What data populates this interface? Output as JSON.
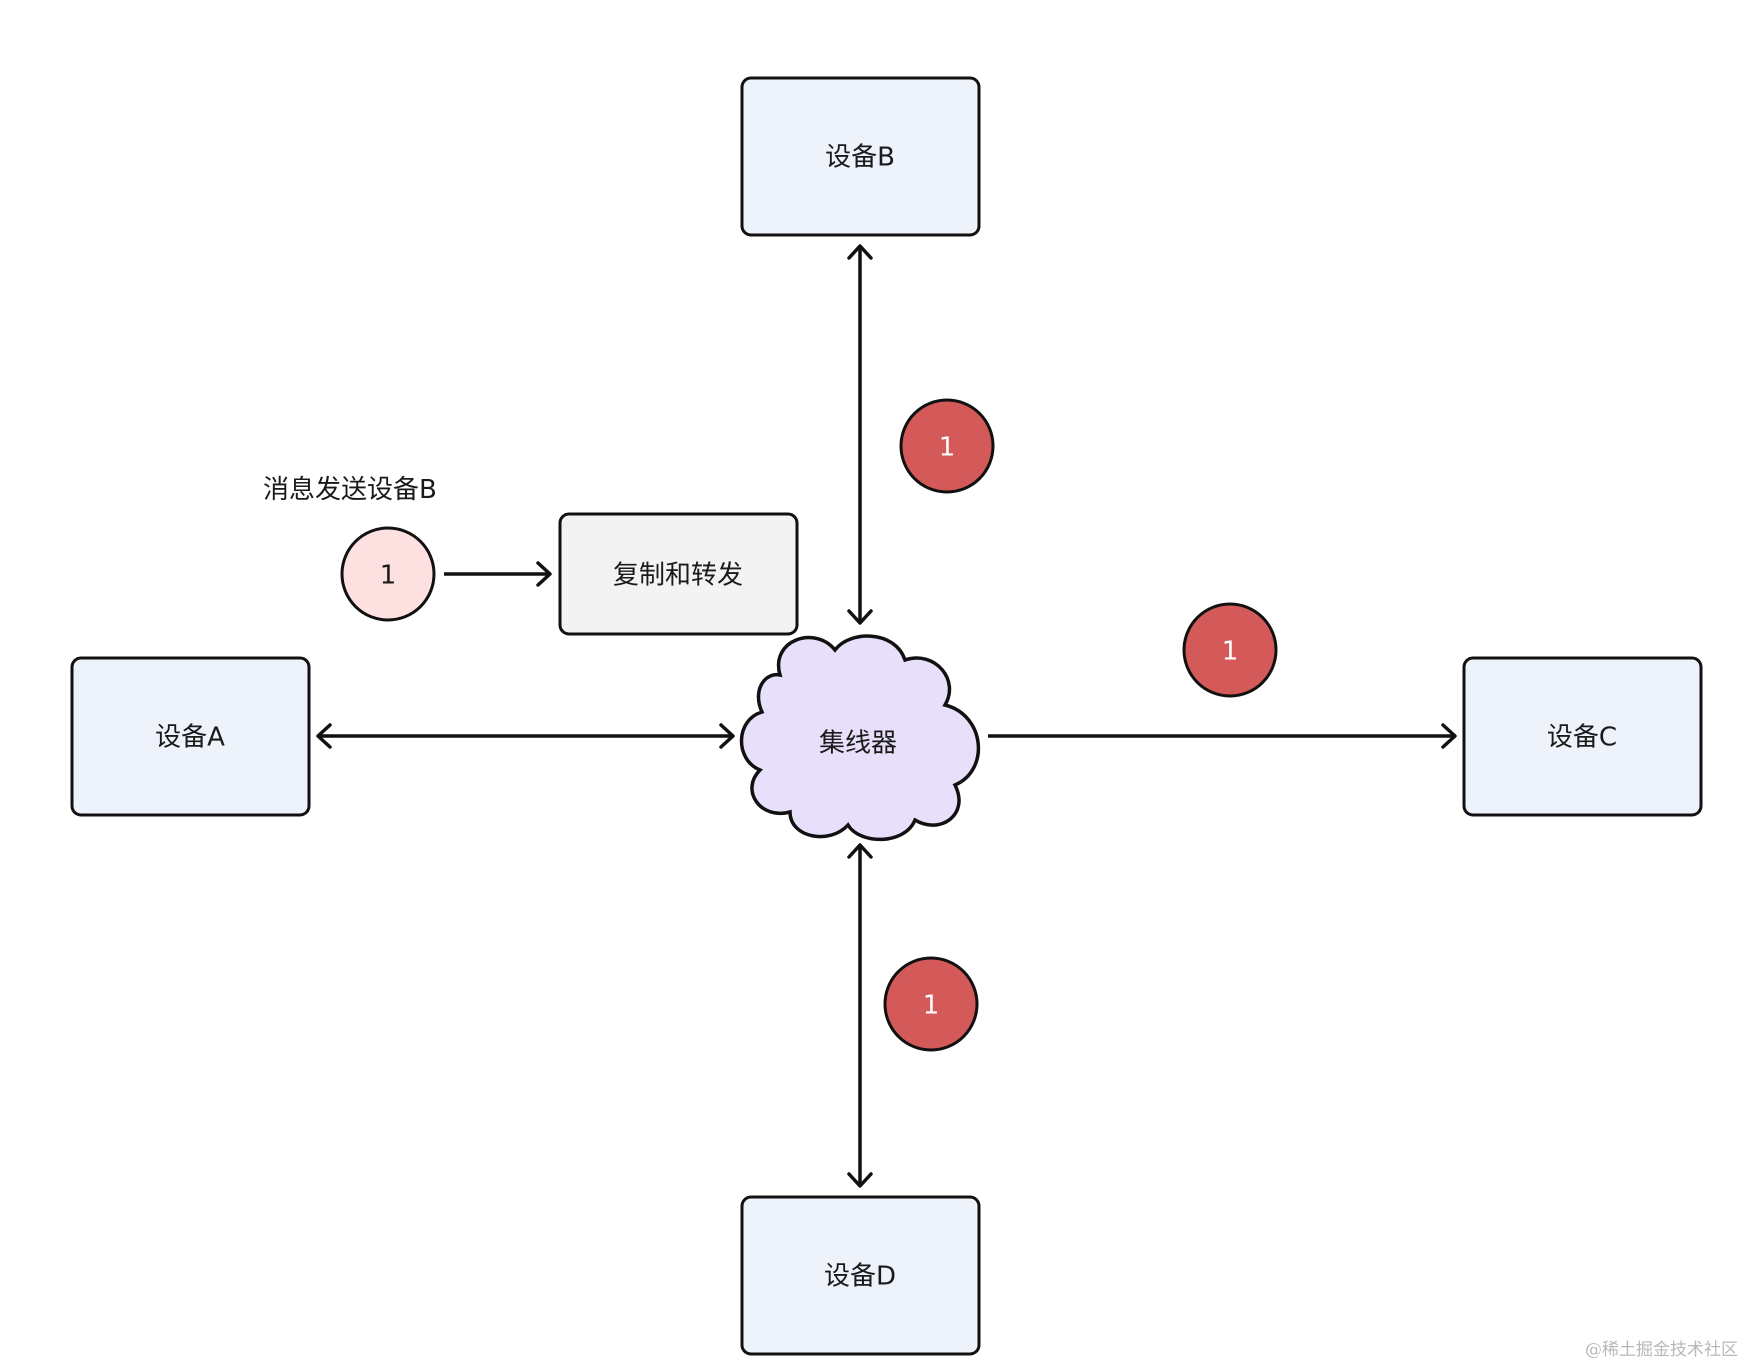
{
  "nodes": {
    "device_a": "设备A",
    "device_b": "设备B",
    "device_c": "设备C",
    "device_d": "设备D",
    "hub": "集线器",
    "process": "复制和转发"
  },
  "message": {
    "caption": "消息发送设备B",
    "packet": "1"
  },
  "badges": {
    "to_b": "1",
    "to_c": "1",
    "to_d": "1"
  },
  "colors": {
    "device_fill": "#eef2fb",
    "process_fill": "#f3f3f3",
    "hub_fill": "#e8e0fb",
    "badge_red": "#d45a5a",
    "badge_pink": "#fde0e0"
  },
  "watermark": "@稀土掘金技术社区"
}
